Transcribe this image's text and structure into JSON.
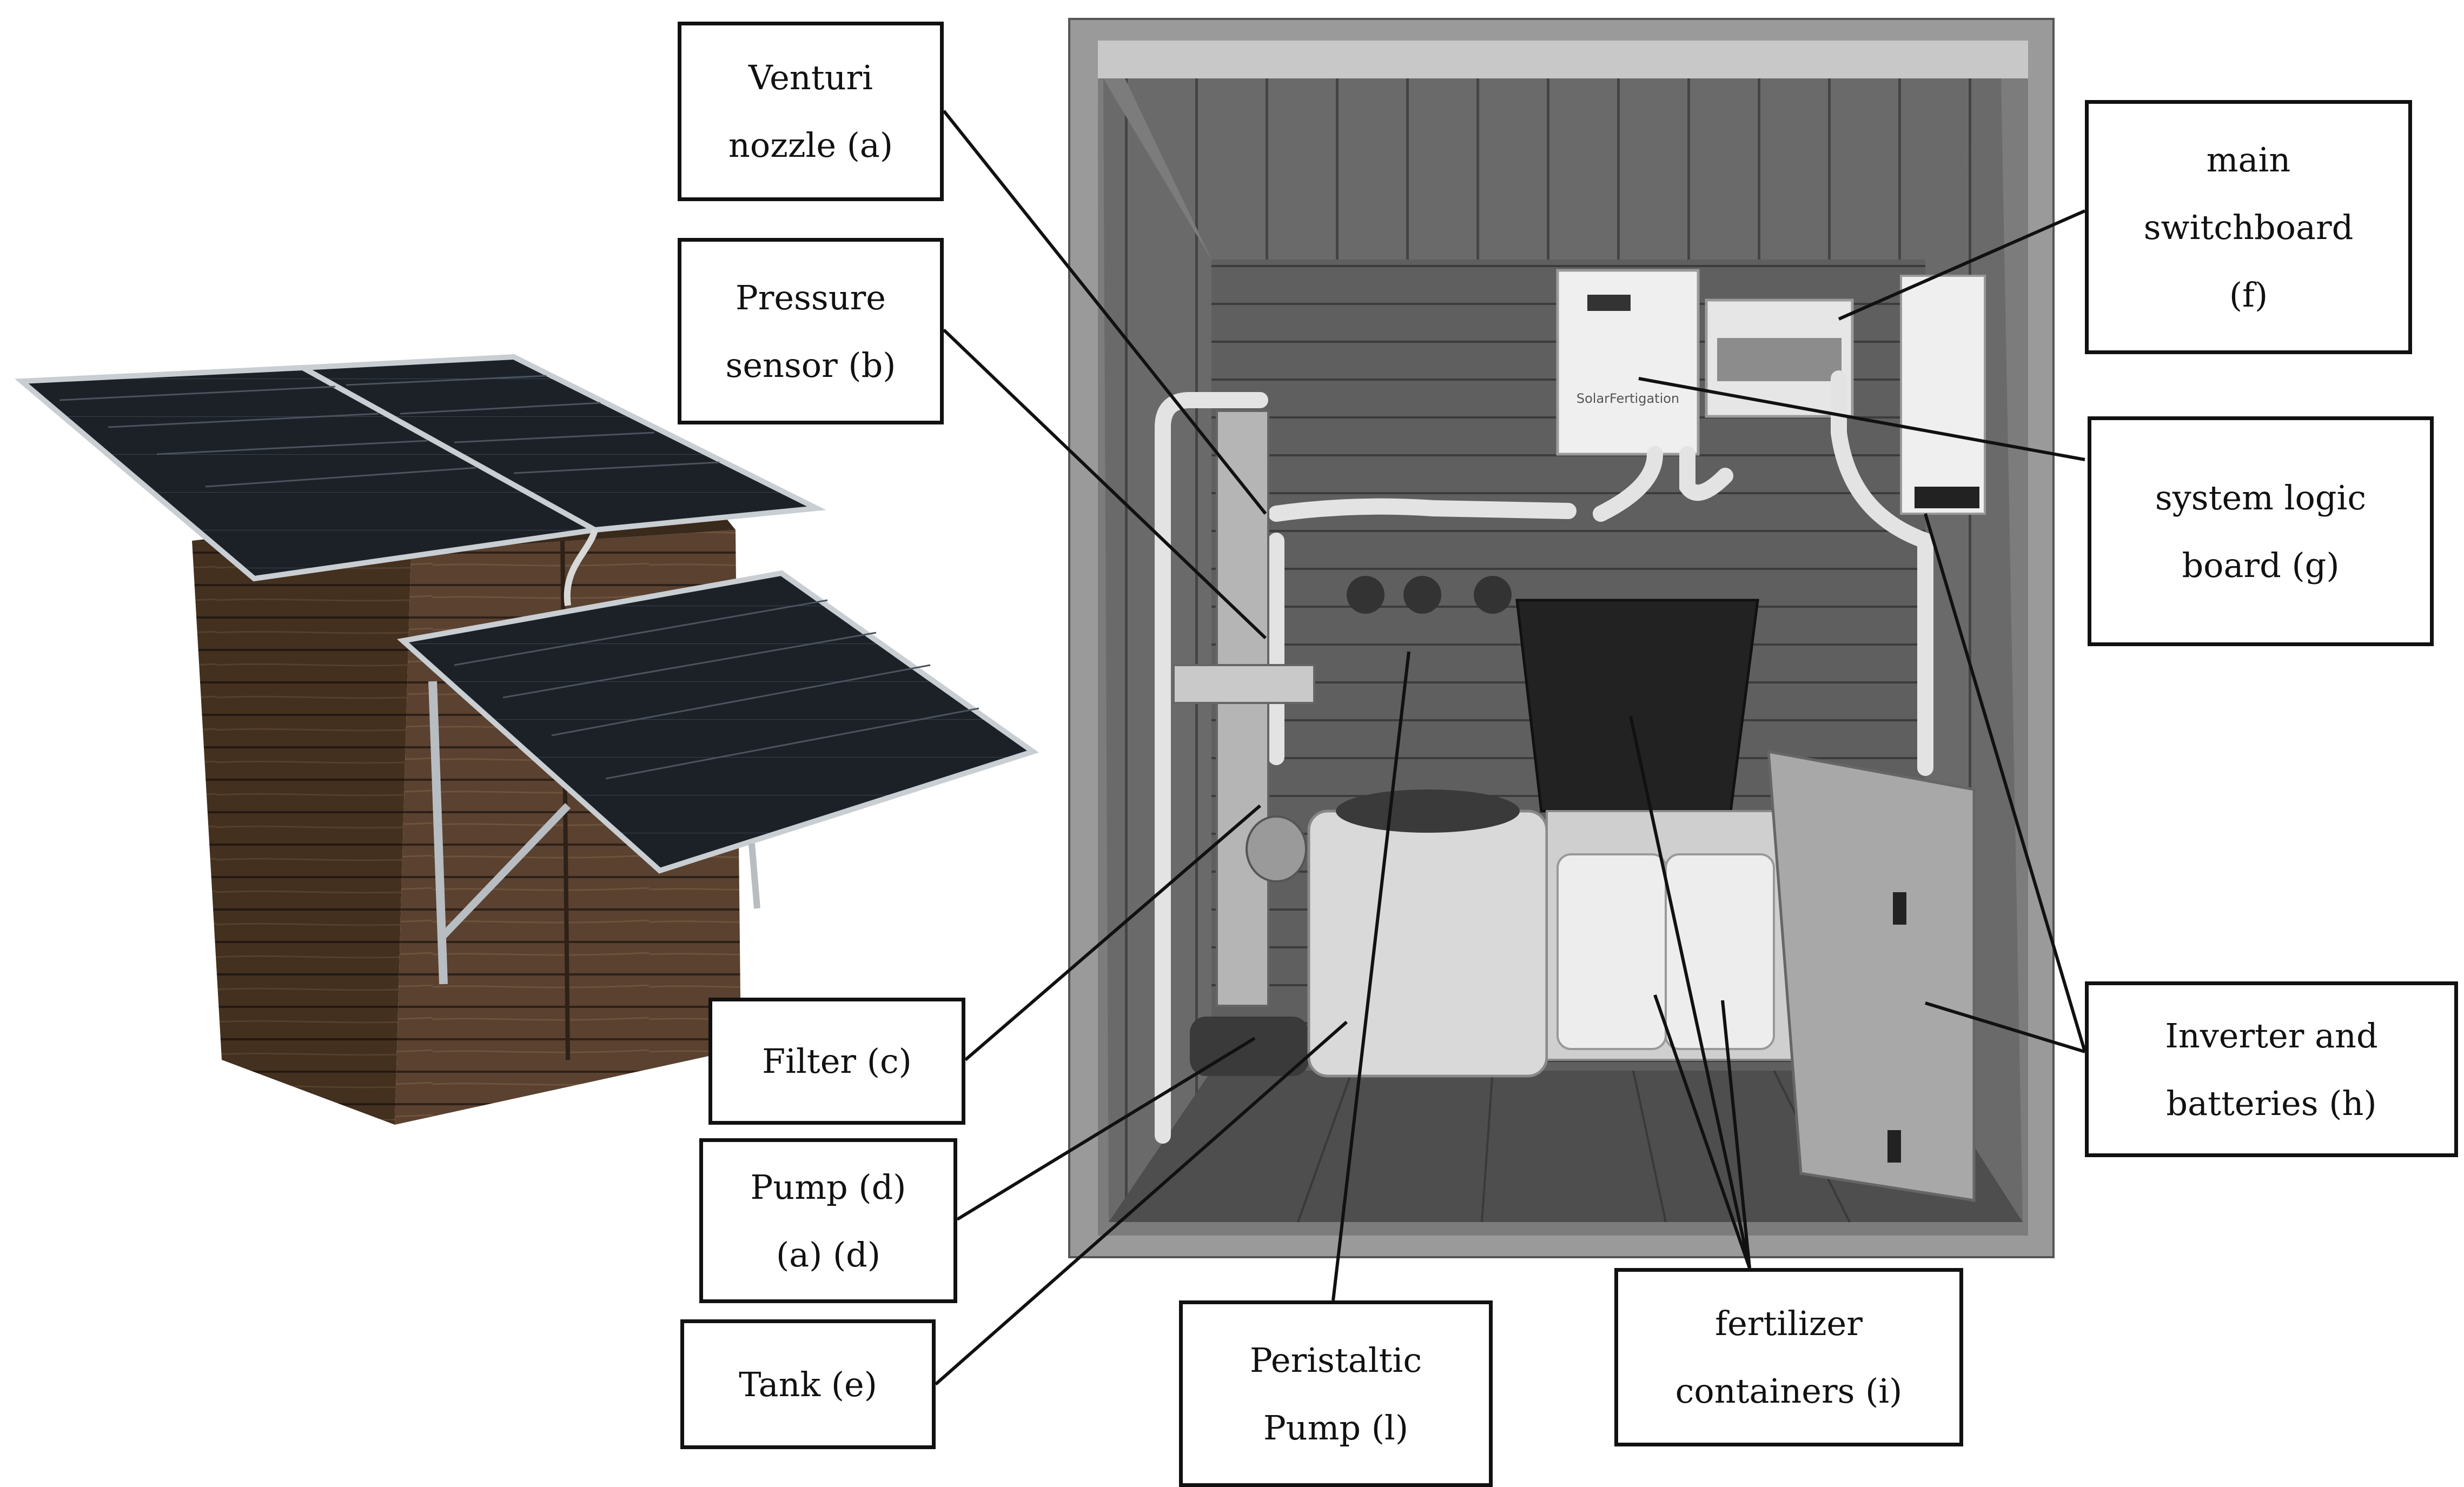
{
  "labels": {
    "a": {
      "line1": "Venturi",
      "line2": "nozzle (a)"
    },
    "b": {
      "line1": "Pressure",
      "line2": "sensor (b)"
    },
    "c": {
      "line1": "Filter (c)"
    },
    "d": {
      "line1": "Pump (d)",
      "line2": "(a) (d)"
    },
    "e": {
      "line1": "Tank (e)"
    },
    "f": {
      "line1": "main",
      "line2": "switchboard",
      "line3": "(f)"
    },
    "g": {
      "line1": "system logic",
      "line2": "board (g)"
    },
    "h": {
      "line1": "Inverter and",
      "line2": "batteries (h)"
    },
    "i": {
      "line1": "fertilizer",
      "line2": "containers (i)"
    },
    "l": {
      "line1": "Peristaltic",
      "line2": "Pump (l)"
    }
  },
  "device_logo": "SolarFertigation",
  "colors": {
    "wood_dark": "#4a3525",
    "wood_mid": "#6b4d34",
    "panel": "#1f242b",
    "panel_frame": "#b9bec4",
    "interior_bg": "#6e6e6e",
    "outline": "#111111"
  }
}
